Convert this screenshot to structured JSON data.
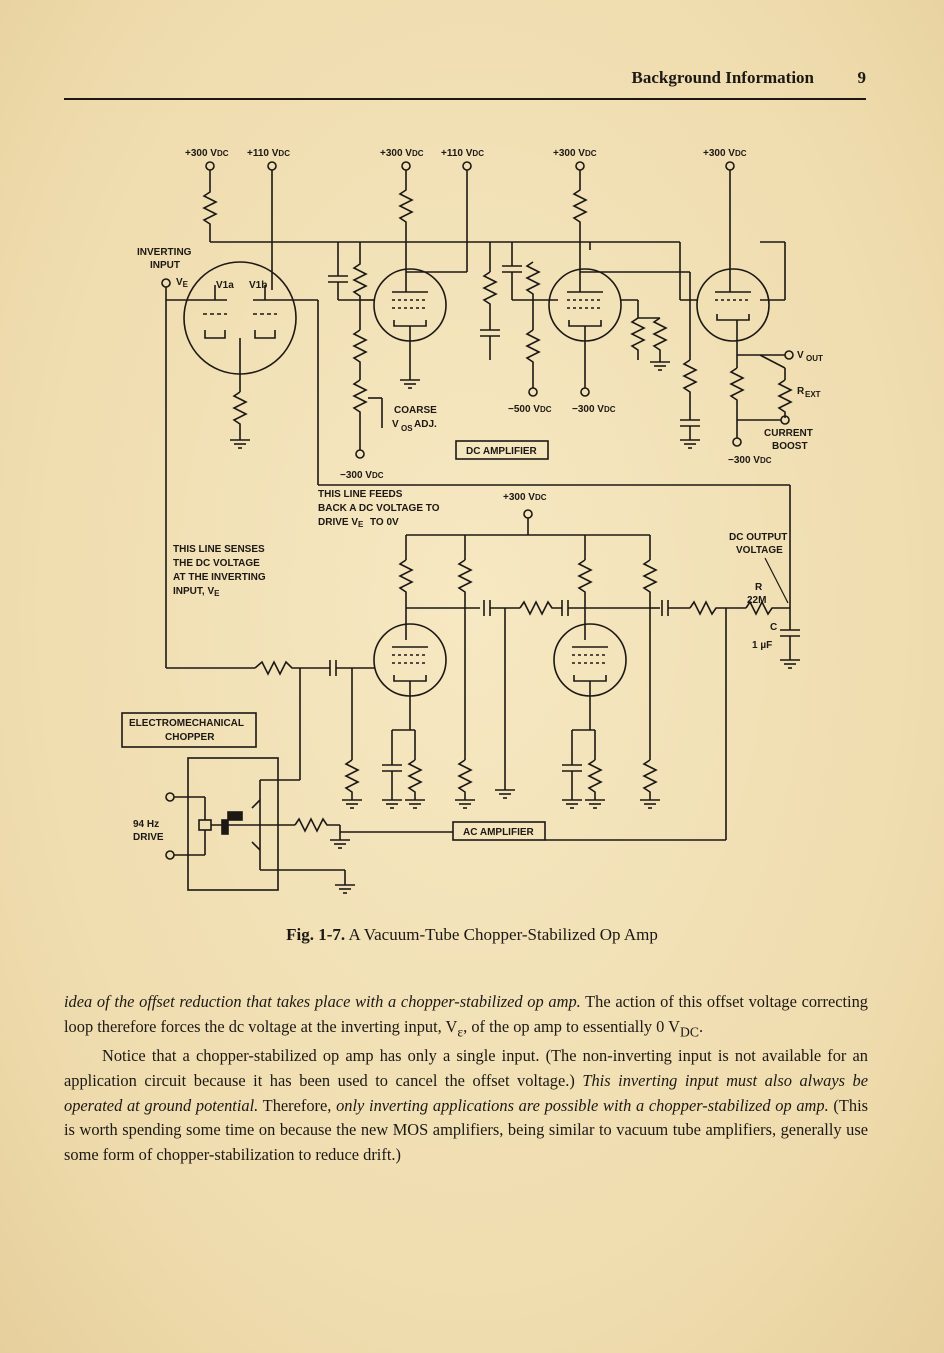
{
  "header": {
    "running_title": "Background Information",
    "page_number": "9"
  },
  "figure": {
    "supply_labels": [
      "+300 V",
      "+110 V",
      "+300 V",
      "+110 V",
      "+300 V",
      "+300 V"
    ],
    "labels": {
      "inverting_input_1": "INVERTING",
      "inverting_input_2": "INPUT",
      "ve": "V",
      "v1a": "V1a",
      "v1b": "V1b",
      "coarse": "COARSE",
      "vos_adj": "ADJ.",
      "neg500": "−500 V",
      "neg300a": "−300 V",
      "neg300b": "−300 V",
      "neg300c": "−300 V",
      "dc_amplifier": "DC AMPLIFIER",
      "vout": "V",
      "rext": "R",
      "current": "CURRENT",
      "boost": "BOOST",
      "feeds_1": "THIS LINE FEEDS",
      "feeds_2": "BACK A DC VOLTAGE TO",
      "feeds_3": "DRIVE V",
      "feeds_3b": " TO 0V",
      "plus300_mid": "+300 V",
      "senses_1": "THIS LINE SENSES",
      "senses_2": "THE DC VOLTAGE",
      "senses_3": "AT THE INVERTING",
      "senses_4": "INPUT, V",
      "dc_output_1": "DC OUTPUT",
      "dc_output_2": "VOLTAGE",
      "r": "R",
      "r_value": "22M",
      "c": "C",
      "c_value": "1 µF",
      "chopper_1": "ELECTROMECHANICAL",
      "chopper_2": "CHOPPER",
      "drive_1": "94 Hz",
      "drive_2": "DRIVE",
      "ac_amplifier": "AC AMPLIFIER"
    }
  },
  "caption": {
    "label": "Fig. 1-7.",
    "text": "A Vacuum-Tube Chopper-Stabilized Op Amp"
  },
  "body": {
    "p1_italic": "idea of the offset reduction that takes place with a chopper-stabilized op amp.",
    "p1_rest": " The action of this offset voltage correcting loop therefore forces the dc voltage at the inverting input, V",
    "p1_sub": "ε",
    "p1_end": ", of the op amp to essentially 0 V",
    "p1_sub2": "DC",
    "p1_final": ".",
    "p2_a": "Notice that a chopper-stabilized op amp has only a single input. (The non-inverting input is not available for an application circuit because it has been used to cancel the offset voltage.) ",
    "p2_italic1": "This inverting input must also always be operated at ground potential.",
    "p2_b": " Therefore, ",
    "p2_italic2": "only inverting applications are possible with a chopper-stabilized op amp.",
    "p2_c": " (This is worth spending some time on because the new MOS amplifiers, being similar to vacuum tube amplifiers, generally use some form of chopper-stabilization to reduce drift.)"
  }
}
